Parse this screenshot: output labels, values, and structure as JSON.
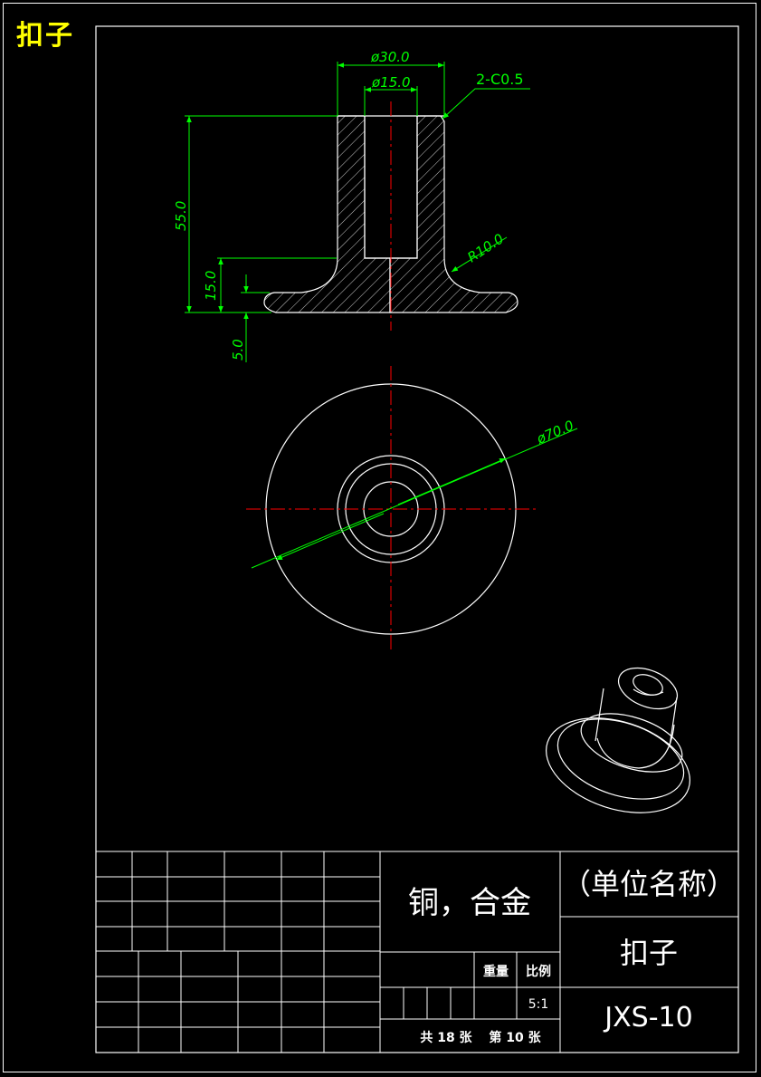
{
  "drawing": {
    "corner_title": "扣子",
    "colors": {
      "background": "#000000",
      "outline": "#ffffff",
      "dimension": "#00ff00",
      "centerline": "#ff0000",
      "corner_title": "#ffff00"
    }
  },
  "dimensions": {
    "outer_diameter": "ø30.0",
    "inner_diameter": "ø15.0",
    "chamfer": "2-C0.5",
    "height_total": "55.0",
    "height_flange": "15.0",
    "flange_thickness": "5.0",
    "fillet_radius": "R10.0",
    "base_diameter": "ø70.0"
  },
  "title_block": {
    "material": "铜，合金",
    "company": "（单位名称）",
    "part_name": "扣子",
    "drawing_number": "JXS-10",
    "weight_label": "重量",
    "scale_label": "比例",
    "scale_value": "5:1",
    "sheets": "共 18 张　 第 10 张"
  }
}
